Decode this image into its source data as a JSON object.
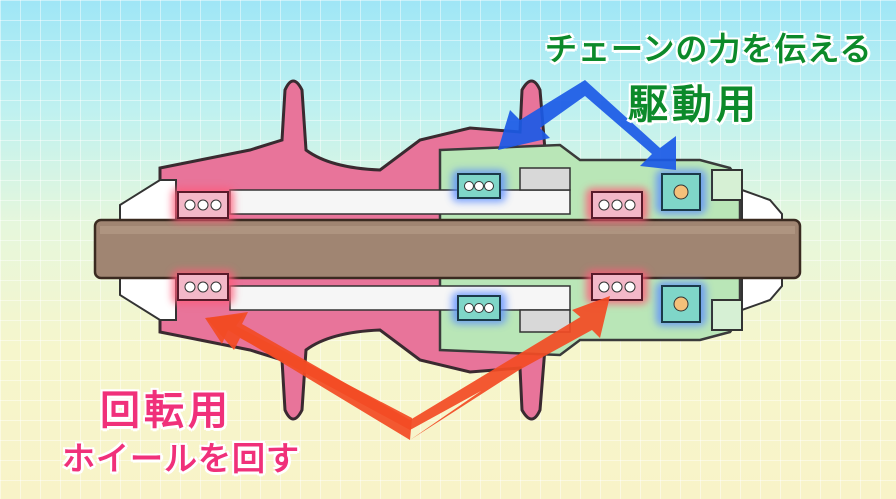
{
  "labels": {
    "drive_desc": "チェーンの力を伝える",
    "drive_title": "駆動用",
    "rotation_title": "回転用",
    "rotation_desc": "ホイールを回す"
  },
  "colors": {
    "hub_body": "#e8749a",
    "freehub_body": "#b9e6b7",
    "axle": "#a08572",
    "drive_arrow": "#1b5ae6",
    "rotation_arrow": "#f24b25",
    "drive_text": "#0c8a2a",
    "rotation_text": "#f0307a",
    "rotation_bearing_glow": "#ff5a78",
    "drive_bearing_glow": "#5a8cff"
  },
  "icons": {
    "rotation_bearing": "ball-bearing-icon",
    "drive_bearing": "ball-bearing-icon"
  }
}
